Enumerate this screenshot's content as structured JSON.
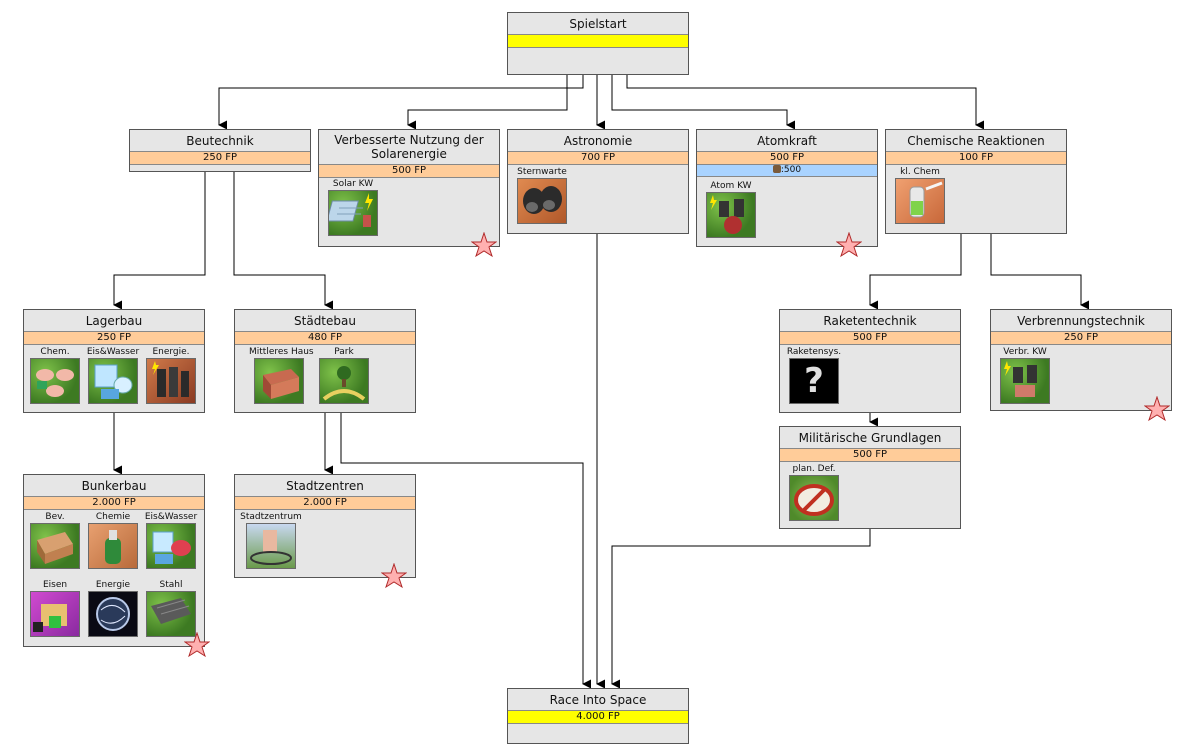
{
  "colors": {
    "cost_orange": "#ffcc99",
    "cost_yellow": "#ffff00",
    "requirement_blue": "#a9d3ff",
    "node_bg": "#e6e6e6",
    "star_pink": "#ffb0b0"
  },
  "nodes": {
    "spielstart": {
      "title": "Spielstart",
      "cost": ""
    },
    "beutechnik": {
      "title": "Beutechnik",
      "cost": "250 FP"
    },
    "solar": {
      "title": "Verbesserte Nutzung der Solarenergie",
      "cost": "500 FP",
      "items": [
        "Solar KW"
      ]
    },
    "astronomie": {
      "title": "Astronomie",
      "cost": "700 FP",
      "items": [
        "Sternwarte"
      ]
    },
    "atomkraft": {
      "title": "Atomkraft",
      "cost": "500 FP",
      "requirement": ":500",
      "items": [
        "Atom KW"
      ]
    },
    "chemisch": {
      "title": "Chemische Reaktionen",
      "cost": "100 FP",
      "items": [
        "kl. Chem"
      ]
    },
    "lagerbau": {
      "title": "Lagerbau",
      "cost": "250 FP",
      "items": [
        "Chem.",
        "Eis&Wasser",
        "Energie."
      ]
    },
    "staedtebau": {
      "title": "Städtebau",
      "cost": "480 FP",
      "items": [
        "Mittleres Haus",
        "Park"
      ]
    },
    "raketentechnik": {
      "title": "Raketentechnik",
      "cost": "500 FP",
      "items": [
        "Raketensys."
      ]
    },
    "verbrennung": {
      "title": "Verbrennungstechnik",
      "cost": "250 FP",
      "items": [
        "Verbr. KW"
      ]
    },
    "militaer": {
      "title": "Militärische Grundlagen",
      "cost": "500 FP",
      "items": [
        "plan. Def."
      ]
    },
    "bunkerbau": {
      "title": "Bunkerbau",
      "cost": "2.000 FP",
      "items": [
        "Bev.",
        "Chemie",
        "Eis&Wasser",
        "Eisen",
        "Energie",
        "Stahl"
      ]
    },
    "stadtzentren": {
      "title": "Stadtzentren",
      "cost": "2.000 FP",
      "items": [
        "Stadtzentrum"
      ]
    },
    "race": {
      "title": "Race Into Space",
      "cost": "4.000 FP"
    }
  },
  "icons": {
    "solar_kw": "solar-panel-icon",
    "sternwarte": "binoculars-icon",
    "atom_kw": "nuclear-plant-icon",
    "kl_chem": "chemistry-flask-icon",
    "raketensys": "question-mark-icon",
    "plan_def": "no-entry-sign-icon",
    "star": "star-icon",
    "requirement": "resource-icon"
  }
}
